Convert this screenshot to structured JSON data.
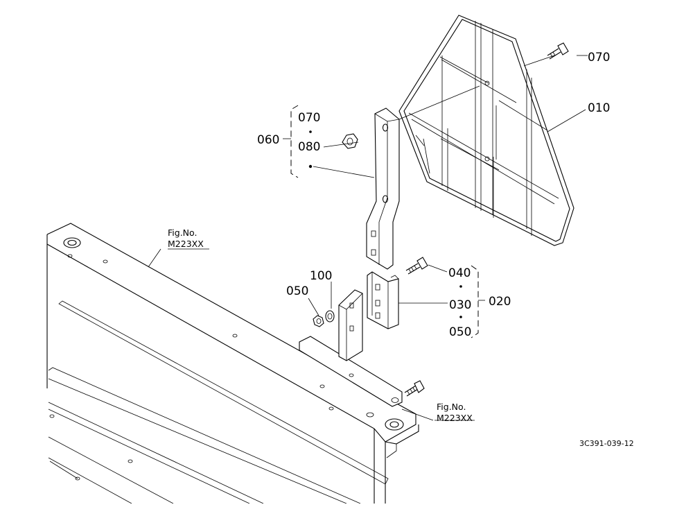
{
  "labels": {
    "p070_top": "070",
    "p010": "010",
    "p060": "060",
    "p060_070": "070",
    "p060_080": "080",
    "p040": "040",
    "p030": "030",
    "p020": "020",
    "p020_050": "050",
    "p100": "100",
    "p050_left": "050"
  },
  "figrefs": {
    "ref1_title": "Fig.No.",
    "ref1_code": "M223XX",
    "ref2_title": "Fig.No.",
    "ref2_code": "M223XX"
  },
  "drawing_code": "3C391-039-12"
}
